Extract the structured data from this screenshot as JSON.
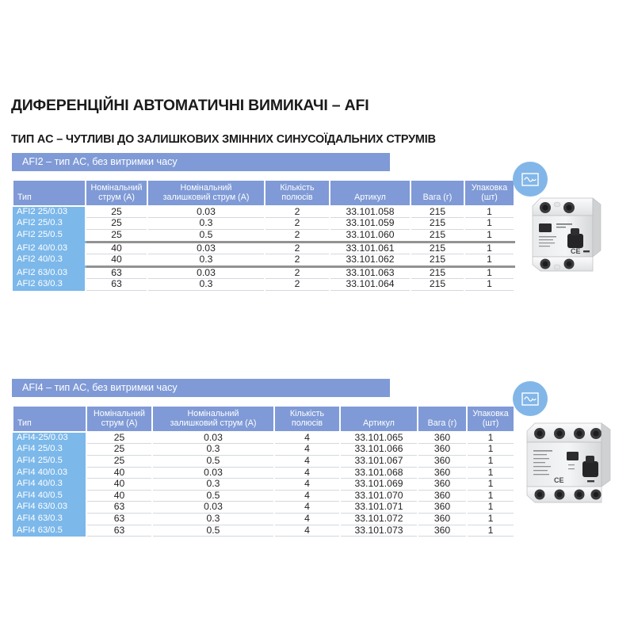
{
  "document": {
    "main_title": "ДИФЕРЕНЦІЙНІ АВТОМАТИЧНІ ВИМИКАЧІ – AFI",
    "sub_title": "ТИП AC – ЧУТЛИВІ ДО ЗАЛИШКОВИХ ЗМІННИХ СИНУСОЇДАЛЬНИХ СТРУМІВ"
  },
  "colors": {
    "header_blue": "#7f9ad6",
    "type_cell_blue": "#7cb8ea",
    "badge_blue": "#82b6e8",
    "separator_gray": "#929292",
    "row_line_gray": "#d4d9de",
    "text_dark": "#231f20"
  },
  "columns": [
    "Тип",
    "Номінальний струм (A)",
    "Номінальний залишковий струм (A)",
    "Кількість полюсів",
    "Артикул",
    "Вага (г)",
    "Упаковка (шт)"
  ],
  "sections": [
    {
      "id": "afi2",
      "bar_label": "AFI2 – тип AC, без витримки часу",
      "badge_icon": "ac-sine-wave-icon",
      "product_icon": "rcd-2-pole-device-photo",
      "headers": [
        {
          "line1": "Тип",
          "line2": ""
        },
        {
          "line1": "Номінальний",
          "line2": "струм (A)"
        },
        {
          "line1": "Номінальний",
          "line2": "залишковий струм (A)"
        },
        {
          "line1": "Кількість",
          "line2": "полюсів"
        },
        {
          "line1": "Артикул",
          "line2": ""
        },
        {
          "line1": "Вага (г)",
          "line2": ""
        },
        {
          "line1": "Упаковка",
          "line2": "(шт)"
        }
      ],
      "rows": [
        {
          "type": "AFI2 25/0.03",
          "current": "25",
          "residual": "0.03",
          "poles": "2",
          "article": "33.101.058",
          "weight": "215",
          "pack": "1",
          "group_end": false
        },
        {
          "type": "AFI2 25/0.3",
          "current": "25",
          "residual": "0.3",
          "poles": "2",
          "article": "33.101.059",
          "weight": "215",
          "pack": "1",
          "group_end": false
        },
        {
          "type": "AFI2 25/0.5",
          "current": "25",
          "residual": "0.5",
          "poles": "2",
          "article": "33.101.060",
          "weight": "215",
          "pack": "1",
          "group_end": true
        },
        {
          "type": "AFI2 40/0.03",
          "current": "40",
          "residual": "0.03",
          "poles": "2",
          "article": "33.101.061",
          "weight": "215",
          "pack": "1",
          "group_end": false
        },
        {
          "type": "AFI2 40/0.3",
          "current": "40",
          "residual": "0.3",
          "poles": "2",
          "article": "33.101.062",
          "weight": "215",
          "pack": "1",
          "group_end": true
        },
        {
          "type": "AFI2 63/0.03",
          "current": "63",
          "residual": "0.03",
          "poles": "2",
          "article": "33.101.063",
          "weight": "215",
          "pack": "1",
          "group_end": false
        },
        {
          "type": "AFI2 63/0.3",
          "current": "63",
          "residual": "0.3",
          "poles": "2",
          "article": "33.101.064",
          "weight": "215",
          "pack": "1",
          "group_end": false
        }
      ]
    },
    {
      "id": "afi4",
      "bar_label": "AFI4 – тип AC, без витримки часу",
      "badge_icon": "ac-sine-wave-icon",
      "product_icon": "rcd-4-pole-device-photo",
      "headers": [
        {
          "line1": "Тип",
          "line2": ""
        },
        {
          "line1": "Номінальний",
          "line2": "струм (A)"
        },
        {
          "line1": "Номінальний",
          "line2": "залишковий струм (A)"
        },
        {
          "line1": "Кількість",
          "line2": "полюсів"
        },
        {
          "line1": "Артикул",
          "line2": ""
        },
        {
          "line1": "Вага (г)",
          "line2": ""
        },
        {
          "line1": "Упаковка",
          "line2": "(шт)"
        }
      ],
      "rows": [
        {
          "type": "AFI4-25/0.03",
          "current": "25",
          "residual": "0.03",
          "poles": "4",
          "article": "33.101.065",
          "weight": "360",
          "pack": "1",
          "group_end": false
        },
        {
          "type": "AFI4 25/0.3",
          "current": "25",
          "residual": "0.3",
          "poles": "4",
          "article": "33.101.066",
          "weight": "360",
          "pack": "1",
          "group_end": false
        },
        {
          "type": "AFI4 25/0.5",
          "current": "25",
          "residual": "0.5",
          "poles": "4",
          "article": "33.101.067",
          "weight": "360",
          "pack": "1",
          "group_end": false
        },
        {
          "type": "AFI4 40/0.03",
          "current": "40",
          "residual": "0.03",
          "poles": "4",
          "article": "33.101.068",
          "weight": "360",
          "pack": "1",
          "group_end": false
        },
        {
          "type": "AFI4 40/0.3",
          "current": "40",
          "residual": "0.3",
          "poles": "4",
          "article": "33.101.069",
          "weight": "360",
          "pack": "1",
          "group_end": false
        },
        {
          "type": "AFI4 40/0.5",
          "current": "40",
          "residual": "0.5",
          "poles": "4",
          "article": "33.101.070",
          "weight": "360",
          "pack": "1",
          "group_end": false
        },
        {
          "type": "AFI4 63/0.03",
          "current": "63",
          "residual": "0.03",
          "poles": "4",
          "article": "33.101.071",
          "weight": "360",
          "pack": "1",
          "group_end": false
        },
        {
          "type": "AFI4 63/0.3",
          "current": "63",
          "residual": "0.3",
          "poles": "4",
          "article": "33.101.072",
          "weight": "360",
          "pack": "1",
          "group_end": false
        },
        {
          "type": "AFI4 63/0.5",
          "current": "63",
          "residual": "0.5",
          "poles": "4",
          "article": "33.101.073",
          "weight": "360",
          "pack": "1",
          "group_end": false
        }
      ]
    }
  ]
}
